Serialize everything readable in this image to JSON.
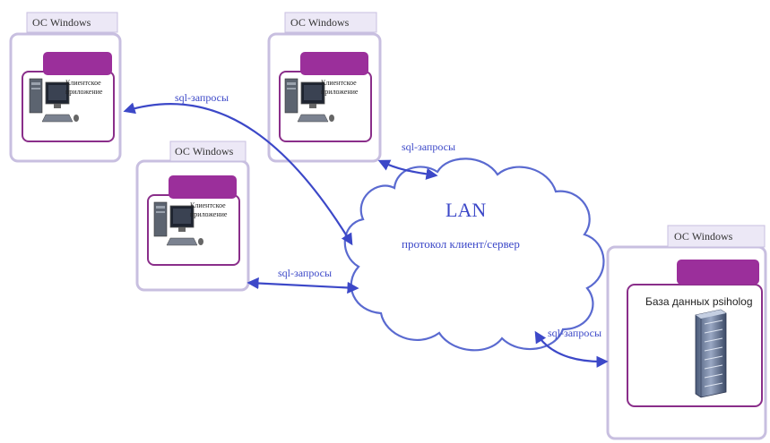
{
  "os_label": "ОС Windows",
  "client_app_label": "Клиентское приложение",
  "sql_label": "sql-запросы",
  "lan": {
    "title": "LAN",
    "subtitle": "протокол клиент/сервер"
  },
  "server": {
    "database_label": "База данных psiholog"
  },
  "colors": {
    "frame": "#c8bfe0",
    "purple": "#8a2e8a",
    "tab": "#9b2f9b",
    "arrow": "#3c48c8",
    "cloud": "#5a6ad0"
  },
  "icons": [
    "computer-icon",
    "server-rack-icon"
  ]
}
